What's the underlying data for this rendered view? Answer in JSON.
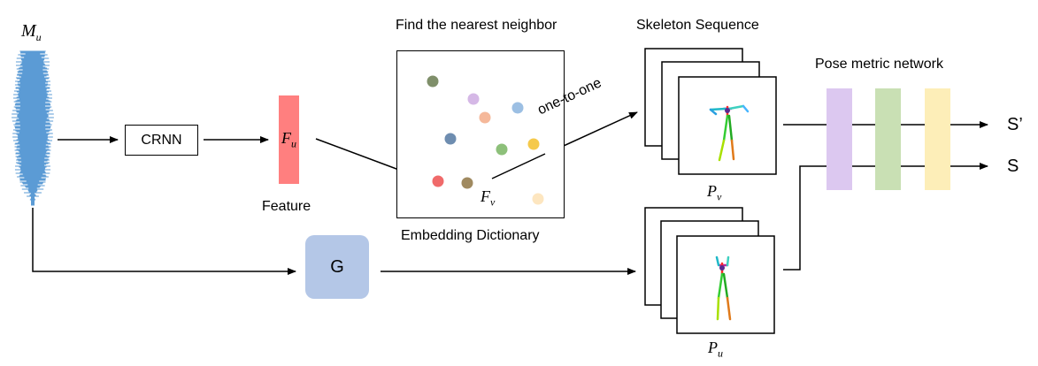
{
  "labels": {
    "audio_input": "M",
    "audio_input_sub": "u",
    "crnn": "CRNN",
    "feature_symbol": "F",
    "feature_symbol_sub": "u",
    "feature": "Feature",
    "find_neighbor": "Find the nearest neighbor",
    "embedding_dictionary": "Embedding Dictionary",
    "dict_point": "F",
    "dict_point_sub": "v",
    "one_to_one": "one-to-one",
    "generator": "G",
    "skeleton_sequence": "Skeleton Sequence",
    "pv": "P",
    "pv_sub": "v",
    "pu": "P",
    "pu_sub": "u",
    "pose_metric_network": "Pose metric network",
    "output_s_prime": "S’",
    "output_s": "S"
  },
  "colors": {
    "feature_bar": "#ff7f7f",
    "generator_box": "#b4c7e7",
    "waveform": "#5b9bd5",
    "metric_bars": [
      "#dcc8f0",
      "#c9e0b4",
      "#fdeeb8"
    ]
  },
  "dictionary_points": [
    {
      "color": "#7f8f6a"
    },
    {
      "color": "#d5b8e6"
    },
    {
      "color": "#f5b89a"
    },
    {
      "color": "#9cbfe3"
    },
    {
      "color": "#6e8db0"
    },
    {
      "color": "#8dc07a"
    },
    {
      "color": "#f5c94b"
    },
    {
      "color": "#f06a6a"
    },
    {
      "color": "#a08a60"
    },
    {
      "color": "#fde6c0"
    }
  ]
}
